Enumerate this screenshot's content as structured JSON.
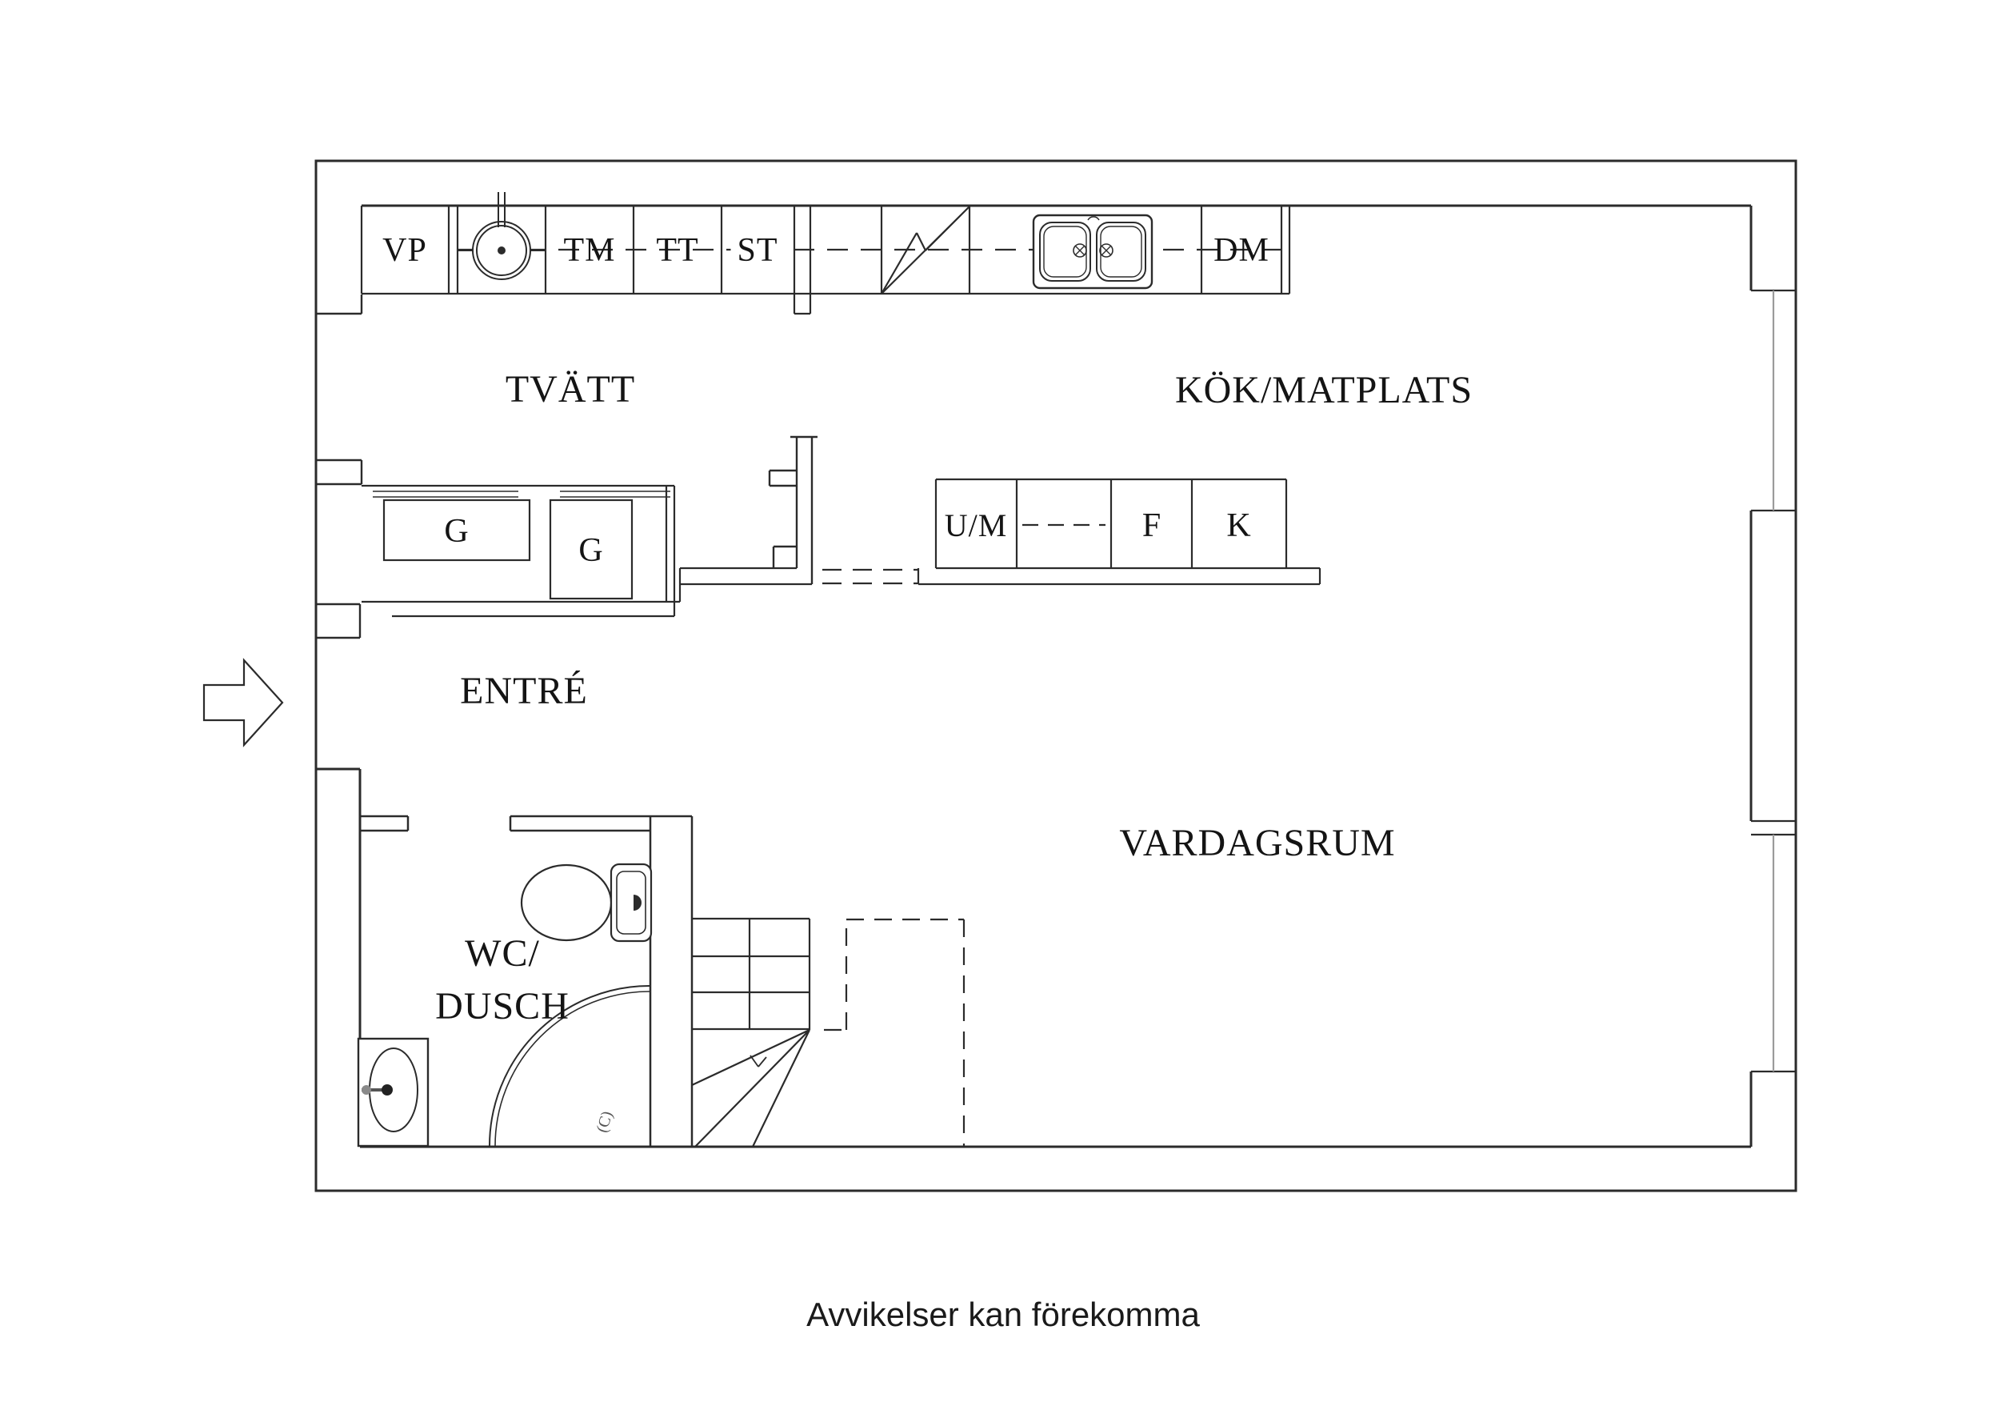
{
  "page": {
    "type": "architectural floor plan",
    "disclaimer": "Avvikelser kan förekomma"
  },
  "colors": {
    "line": "#2b2b2b",
    "glass": "#9b9b9b",
    "background": "#ffffff",
    "text": "#141414"
  },
  "floor_plan": {
    "rooms": [
      {
        "id": "tvatt",
        "label": "TVÄTT"
      },
      {
        "id": "kok-matplats",
        "label": "KÖK/MATPLATS"
      },
      {
        "id": "entre",
        "label": "ENTRÉ"
      },
      {
        "id": "vardagsrum",
        "label": "VARDAGSRUM"
      },
      {
        "id": "wc-dusch",
        "label_line1": "WC/",
        "label_line2": "DUSCH"
      }
    ],
    "appliances": [
      {
        "id": "vp",
        "label": "VP"
      },
      {
        "id": "tm",
        "label": "TM"
      },
      {
        "id": "tt",
        "label": "TT"
      },
      {
        "id": "st",
        "label": "ST"
      },
      {
        "id": "dm",
        "label": "DM"
      },
      {
        "id": "um",
        "label": "U/M"
      },
      {
        "id": "f",
        "label": "F"
      },
      {
        "id": "k",
        "label": "K"
      },
      {
        "id": "g1",
        "label": "G"
      },
      {
        "id": "g2",
        "label": "G"
      }
    ],
    "marks": {
      "copyright": "(C)"
    }
  }
}
